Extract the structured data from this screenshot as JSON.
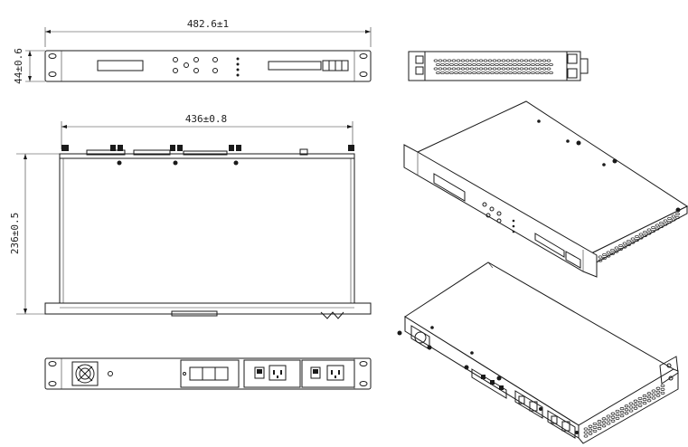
{
  "dimensions": {
    "overall_width": "482.6±1",
    "height": "44±0.6",
    "body_width": "436±0.8",
    "depth": "236±0.5"
  }
}
